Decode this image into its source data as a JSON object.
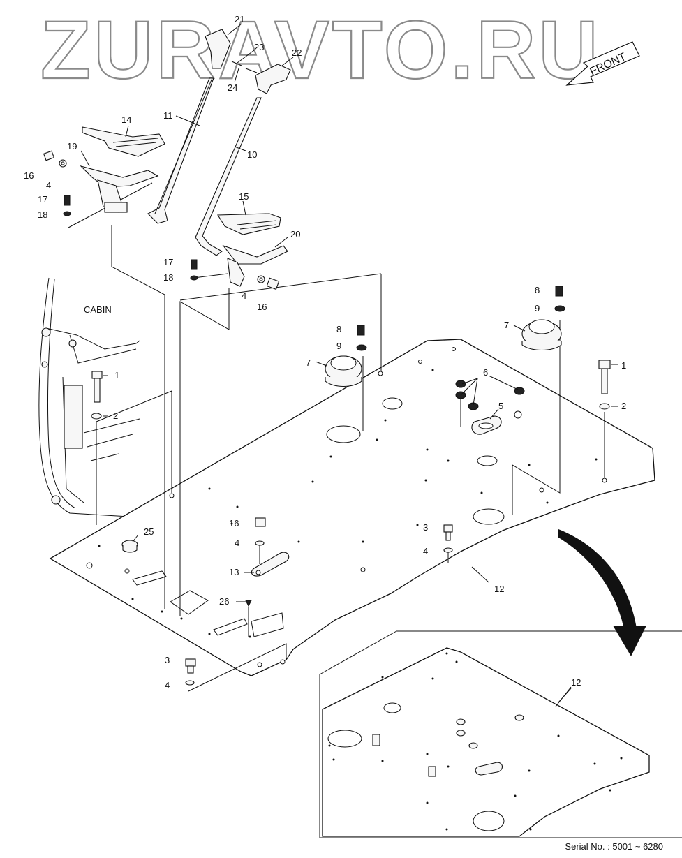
{
  "watermark": "ZURAVTO.RU",
  "front_label": "FRONT",
  "cabin_label": "CABIN",
  "serial_text": "Serial No. : 5001 ~ 6280",
  "callouts": {
    "c1a": "1",
    "c1b": "1",
    "c2a": "2",
    "c2b": "2",
    "c3a": "3",
    "c3b": "3",
    "c4a": "4",
    "c4b": "4",
    "c4c": "4",
    "c4d": "4",
    "c5": "5",
    "c6": "6",
    "c7a": "7",
    "c7b": "7",
    "c8a": "8",
    "c8b": "8",
    "c9a": "9",
    "c9b": "9",
    "c10": "10",
    "c11": "11",
    "c12a": "12",
    "c12b": "12",
    "c13": "13",
    "c14": "14",
    "c15": "15",
    "c16a": "16",
    "c16b": "16",
    "c16c": "16",
    "c17a": "17",
    "c17b": "17",
    "c18a": "18",
    "c18b": "18",
    "c19": "19",
    "c20": "20",
    "c21": "21",
    "c22": "22",
    "c23": "23",
    "c24": "24",
    "c25": "25",
    "c26": "26"
  }
}
